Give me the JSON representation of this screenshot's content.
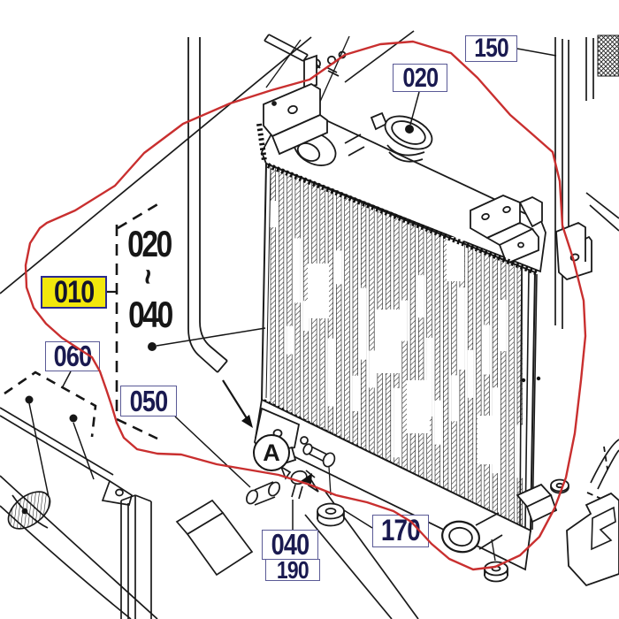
{
  "title": "Radiator assembly parts diagram",
  "colors": {
    "highlight": "#f2e70c",
    "label_text": "#1a1a50",
    "outline_loop": "#c92f2f"
  },
  "callouts": {
    "c150": {
      "label": "150"
    },
    "c020_top": {
      "label": "020"
    },
    "c010": {
      "label": "010"
    },
    "c060": {
      "label": "060"
    },
    "c050": {
      "label": "050"
    },
    "c040": {
      "label": "040"
    },
    "c190": {
      "label": "190"
    },
    "c170": {
      "label": "170"
    },
    "range": {
      "top": "020",
      "tilde": "~",
      "bottom": "040"
    },
    "detail": {
      "label": "A"
    }
  }
}
